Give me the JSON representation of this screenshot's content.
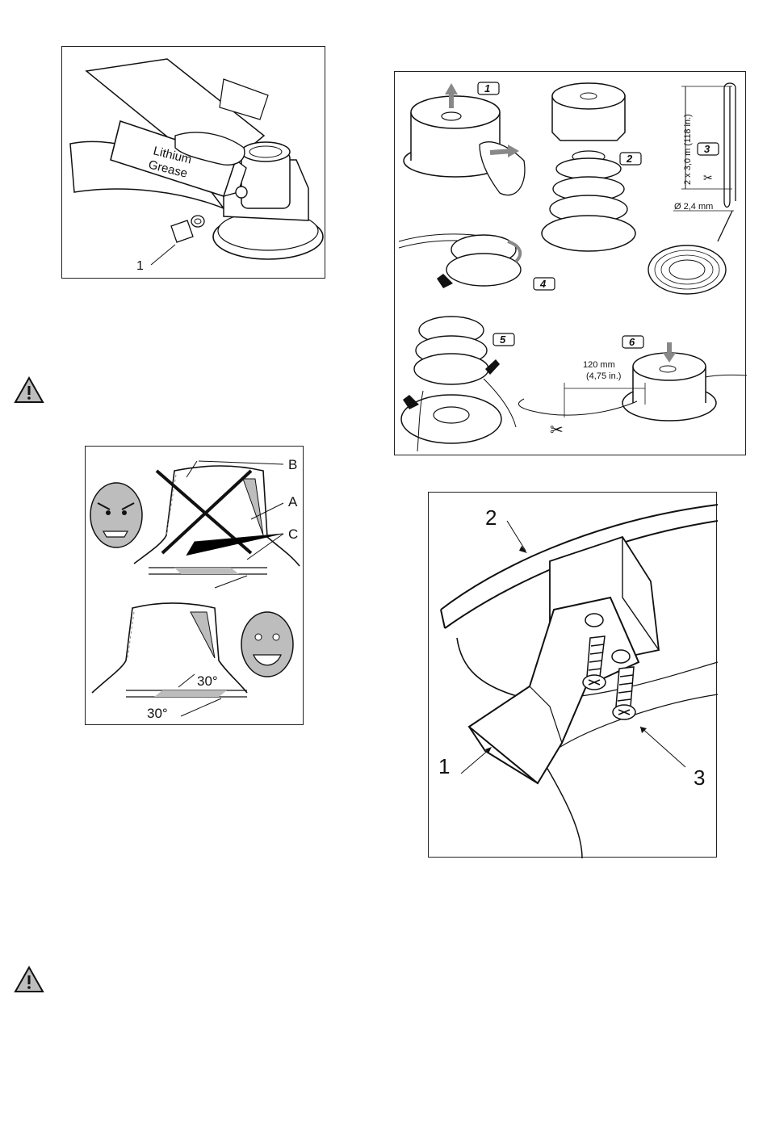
{
  "fig_grease": {
    "tube_text_line1": "Lithium",
    "tube_text_line2": "Grease",
    "callout": "1"
  },
  "fig_spool": {
    "steps": [
      "1",
      "2",
      "3",
      "4",
      "5",
      "6"
    ],
    "line_length": "2 x 3,0 m (118 in.)",
    "line_diameter": "Ø 2,4 mm",
    "trim_length_mm": "120 mm",
    "trim_length_in": "(4,75 in.)"
  },
  "fig_sharpen": {
    "label_b": "B",
    "label_a": "A",
    "label_c": "C",
    "angle_top": "30°",
    "angle_bottom": "30°"
  },
  "fig_guard": {
    "callout_1": "1",
    "callout_2": "2",
    "callout_3": "3"
  },
  "icons": {
    "warning_1": "warning-triangle-icon",
    "warning_2": "warning-triangle-icon"
  }
}
